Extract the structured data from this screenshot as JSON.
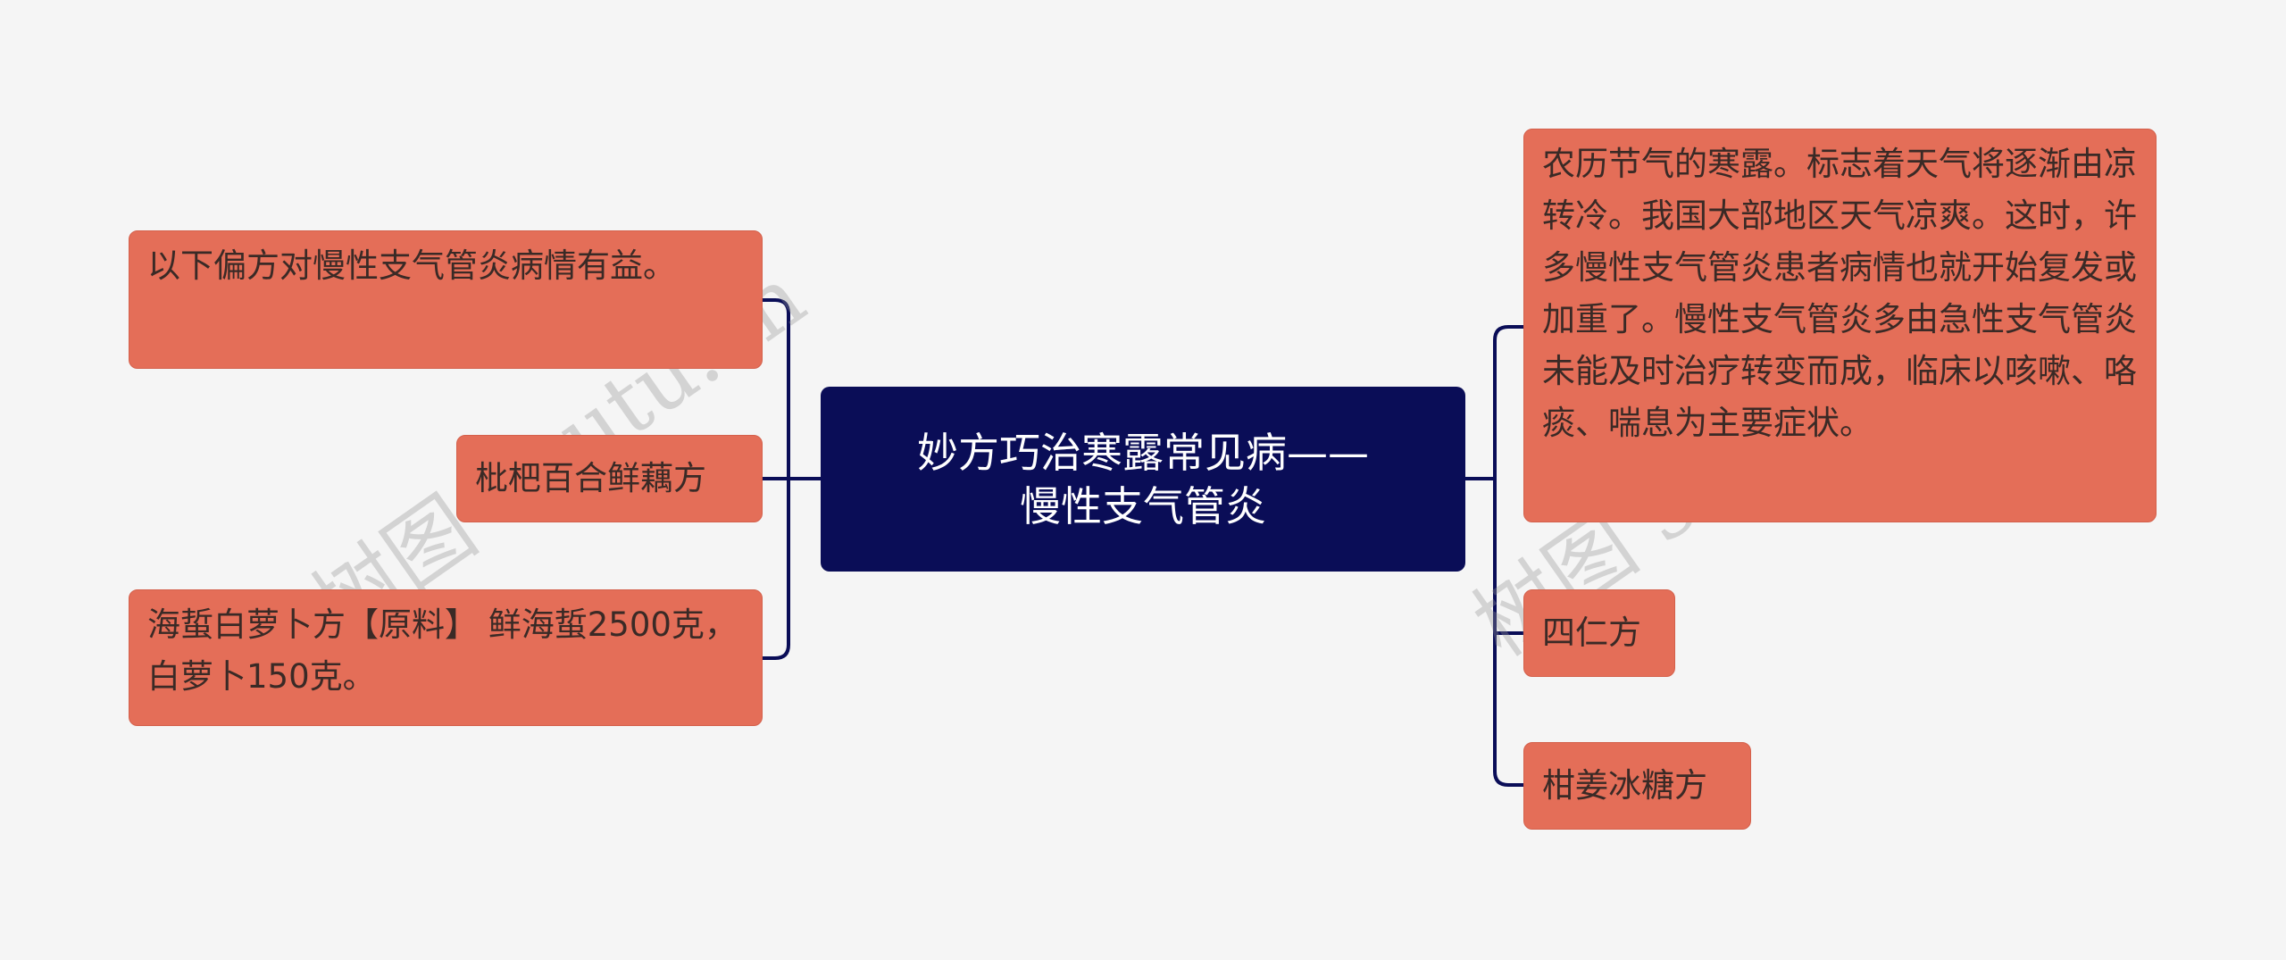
{
  "colors": {
    "background": "#f5f5f5",
    "center": "#0a0d57",
    "node": "#e46e58",
    "line": "#0a0d57"
  },
  "center": {
    "line1": "妙方巧治寒露常见病——",
    "line2": "慢性支气管炎"
  },
  "left": [
    {
      "text": "以下偏方对慢性支气管炎病情有益。"
    },
    {
      "text": "枇杷百合鲜藕方"
    },
    {
      "text": "海蜇白萝卜方【原料】 鲜海蜇2500克，白萝卜150克。"
    }
  ],
  "right": [
    {
      "text": "农历节气的寒露。标志着天气将逐渐由凉转冷。我国大部地区天气凉爽。这时，许多慢性支气管炎患者病情也就开始复发或加重了。慢性支气管炎多由急性支气管炎未能及时治疗转变而成，临床以咳嗽、咯痰、喘息为主要症状。"
    },
    {
      "text": "四仁方"
    },
    {
      "text": "柑姜冰糖方"
    }
  ],
  "watermark": "树图 shutu.cn"
}
